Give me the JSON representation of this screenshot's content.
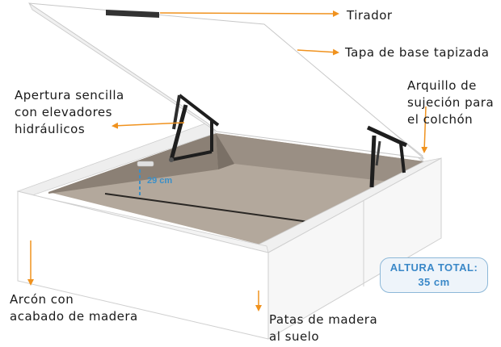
{
  "labels": {
    "tirador": "Tirador",
    "tapa": "Tapa de base tapizada",
    "apertura": [
      "Apertura sencilla",
      "con elevadores",
      "hidráulicos"
    ],
    "arquillo": [
      "Arquillo de",
      "sujeción para",
      "el colchón"
    ],
    "arcon": [
      "Arcón con",
      "acabado de madera"
    ],
    "patas": [
      "Patas de madera",
      "al suelo"
    ]
  },
  "dimension": "29 cm",
  "altura_total": {
    "title": "ALTURA TOTAL:",
    "value": "35 cm"
  },
  "colors": {
    "arrow": "#f0921e",
    "accent_blue": "#3a8fc8",
    "lid": "#ffffff",
    "inner_floor": "#b3a89c",
    "inner_wall": "#8b8075"
  }
}
